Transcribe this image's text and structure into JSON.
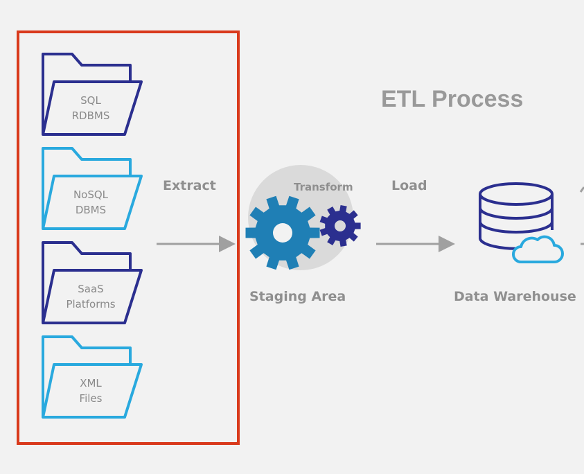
{
  "title": "ETL Process",
  "sources": [
    {
      "lines": [
        "SQL",
        "RDBMS"
      ],
      "color": "#2b2f8f"
    },
    {
      "lines": [
        "NoSQL",
        "DBMS"
      ],
      "color": "#29a9de"
    },
    {
      "lines": [
        "SaaS",
        "Platforms"
      ],
      "color": "#2b2f8f"
    },
    {
      "lines": [
        "XML",
        "Files"
      ],
      "color": "#29a9de"
    }
  ],
  "steps": {
    "extract": "Extract",
    "transform": "Transform",
    "load": "Load",
    "staging": "Staging Area",
    "warehouse": "Data Warehouse"
  },
  "colors": {
    "highlight_box": "#d93a1c",
    "navy": "#2b2f8f",
    "light_blue": "#29a9de",
    "gear_blue": "#1f7fb5",
    "arrow_gray": "#a0a0a0"
  }
}
